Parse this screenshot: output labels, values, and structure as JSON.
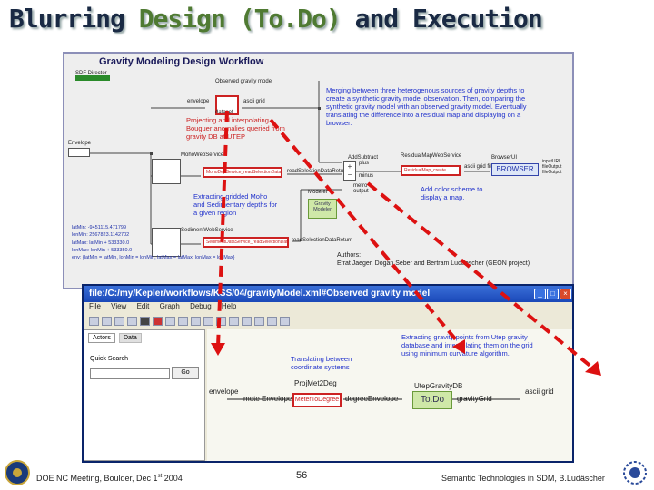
{
  "slide": {
    "title_part1": "Blurring ",
    "title_part2": "Design (To.Do)",
    "title_part3": " and Execution",
    "page_number": "56"
  },
  "design_panel": {
    "title": "Gravity Modeling Design Workflow",
    "sdf_director": "SDF Director",
    "observed_label": "Observed gravity model",
    "envelope_label": "envelope",
    "dataset_label": "dataset",
    "ascii_grid": "ascii grid",
    "envelope_port": "Envelope",
    "moho_service": "MohoWebService",
    "moho_actor": "MohoDepService_readSelectionData",
    "moho_out": "readSelectionDataReturn",
    "sediment_service": "SedimentWebService",
    "sediment_actor": "SedimentDataService_readSelectionData",
    "sediment_out": "readSelectionDataReturn",
    "add_subtract": "AddSubtract",
    "residual_service": "ResidualMapWebService",
    "residual_actor": "ResidualMap_create",
    "residual_out": "ascii grid file",
    "browser_ui": "BrowserUI",
    "browser_btn": "BROWSER",
    "browser_ports": [
      "inputURL",
      "fileOutput",
      "fileOutput"
    ],
    "modeler": "Modeler",
    "gravity_modeler": "Gravity Modeler",
    "note_merge": "Merging between three heterogenous sources of gravity depths to create a synthetic gravity model observation. Then, comparing the synthetic gravity model with an observed gravity model. Eventually translating the difference into a residual map and displaying on a browser.",
    "note_project": "Projecting and interpolating Bouguer anomalies queried from gravity DB at UTEP",
    "note_extract": "Extracting gridded Moho and Sedimentary depths for a given region",
    "note_color": "Add color scheme to display a map.",
    "params": [
      "latMin: -9451115.471799",
      "lonMin: 2567823.1142702",
      "latMax: latMin + 533330.0",
      "lonMax: lonMin + 533350.0",
      "env: {latMin = latMin, lonMin = lonMin, latMax = latMax, lonMax = lonMax}"
    ],
    "authors_label": "Authors:",
    "authors": "Efrat Jaeger, Dogan Seber and Bertram Ludaescher (GEON project)",
    "minus_label": "minus",
    "plus_label": "plus",
    "metro_label": "metro output"
  },
  "kepler_window": {
    "title": "file:/C:/my/Kepler/workflows/KSS/04/gravityModel.xml#Observed gravity model",
    "menu": [
      "File",
      "View",
      "Edit",
      "Graph",
      "Debug",
      "Help"
    ],
    "tabs": [
      "Actors",
      "Data"
    ],
    "search_label": "Quick Search",
    "go_button": "Go",
    "note_extract": "Extracting gravity points from Utep gravity database and interpolating them on the grid using minimum curvature algorithm.",
    "note_translate": "Translating between coordinate systems",
    "proj_actor_title": "ProjMet2Deg",
    "proj_actor": "MeterToDegree",
    "utep_title": "UtepGravityDB",
    "todo": "To.Do",
    "port_envelope": "envelope",
    "port_mete": "mete Envelope",
    "port_degree": "degreeEnvelope",
    "port_gravity": "gravityGrid",
    "port_ascii": "ascii grid"
  },
  "footer": {
    "left": "DOE NC Meeting, Boulder, Dec 1",
    "left_sup": "st",
    "left_year": " 2004",
    "right": "Semantic Technologies in SDM, B.Ludäscher"
  }
}
